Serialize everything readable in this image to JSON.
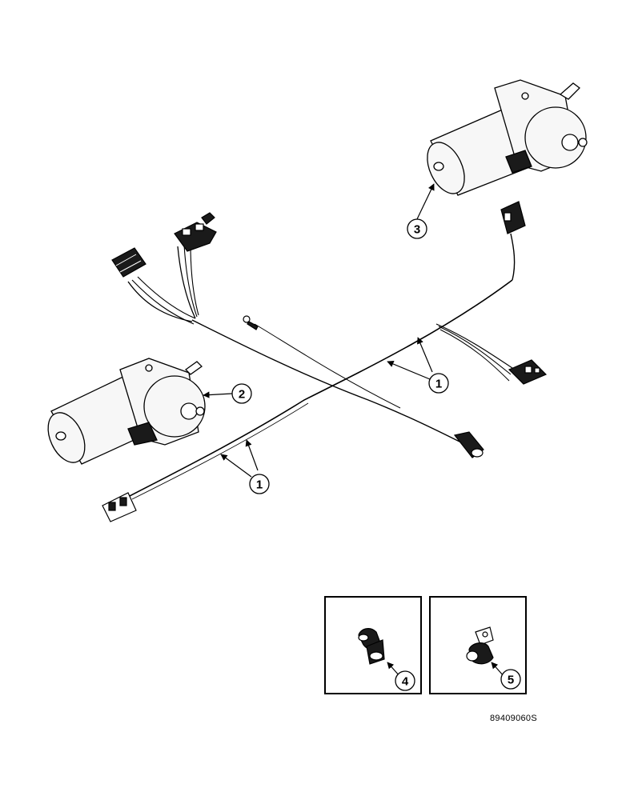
{
  "callouts": {
    "c1a": "1",
    "c1b": "1",
    "c2": "2",
    "c3": "3",
    "c4": "4",
    "c5": "5"
  },
  "figure_code": "89409060S",
  "colors": {
    "line": "#000000",
    "fill_light": "#f7f7f7",
    "fill_dark": "#1a1a1a"
  },
  "icons": [
    "motor-icon",
    "connector-icon",
    "ring-terminal-icon",
    "clip-icon"
  ]
}
